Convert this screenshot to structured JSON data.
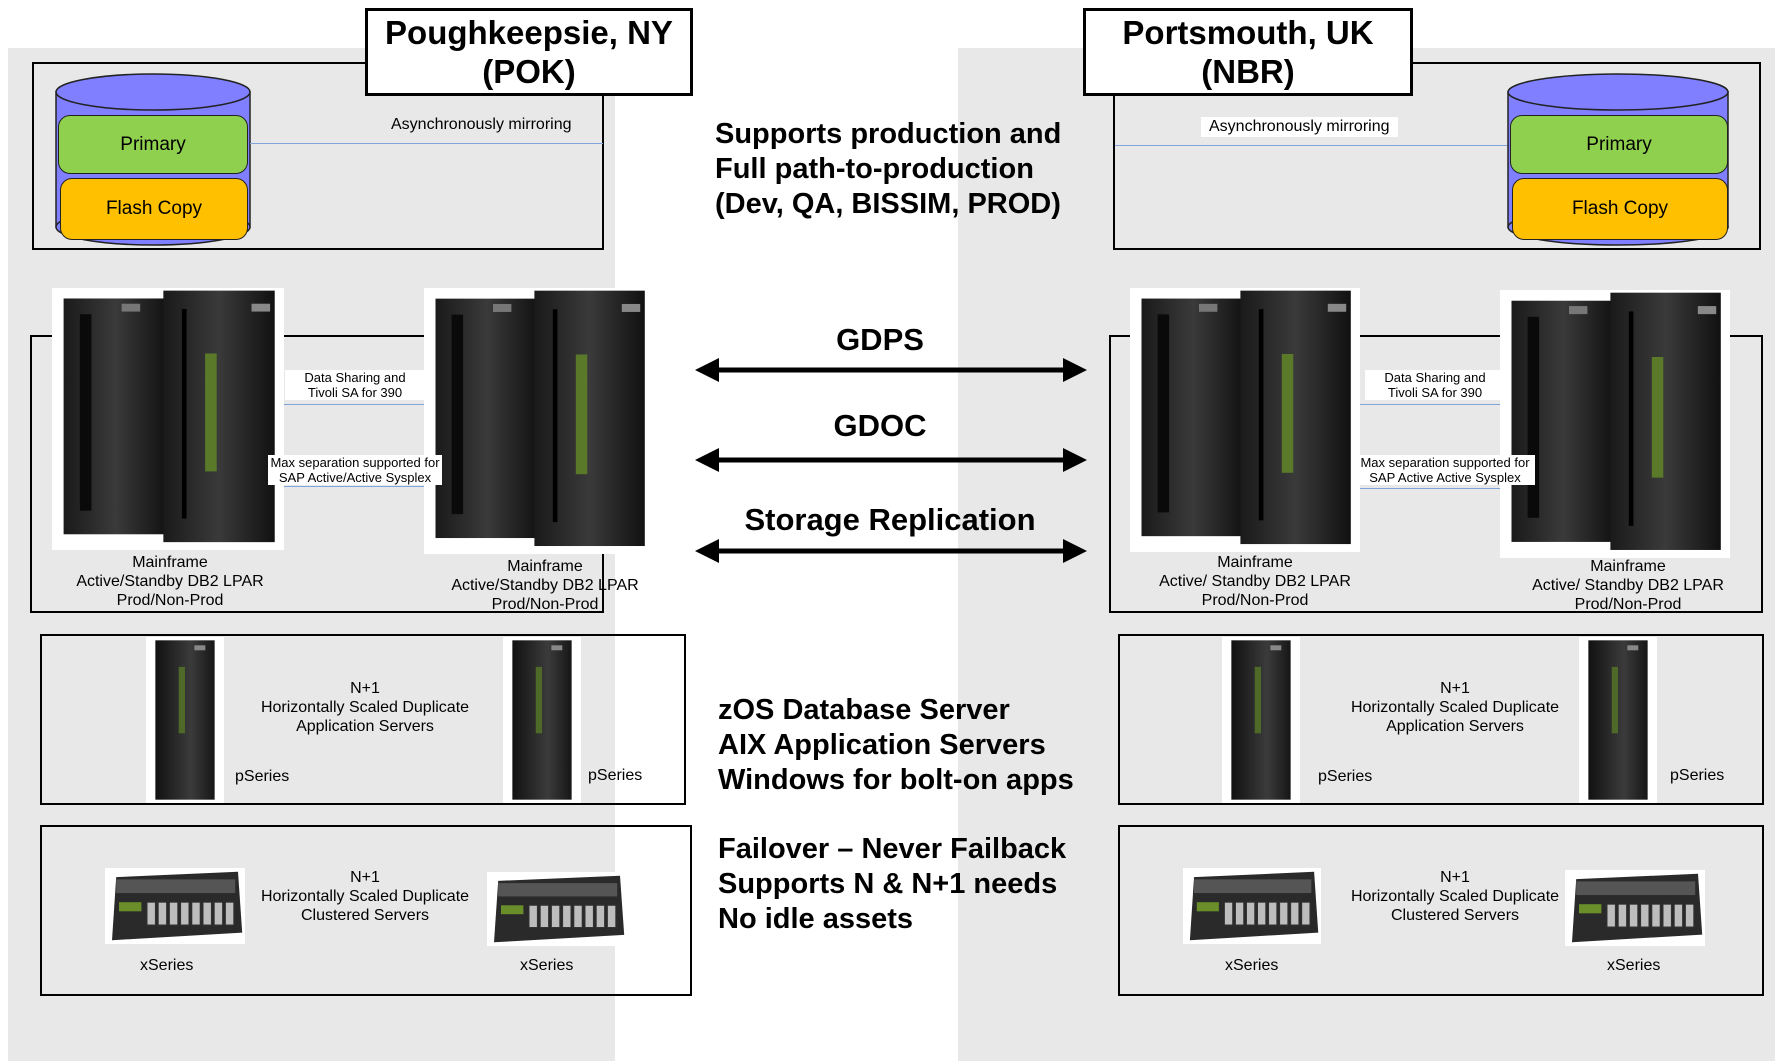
{
  "sites": [
    {
      "title_line1": "Poughkeepsie, NY",
      "title_line2": "(POK)",
      "mirroring": "Asynchronously mirroring",
      "db_primary": "Primary",
      "db_flashcopy": "Flash Copy",
      "link1_line1": "Data Sharing and",
      "link1_line2": "Tivoli SA for 390",
      "link2_line1": "Max separation supported for",
      "link2_line2": "SAP Active/Active Sysplex",
      "mf1_l1": "Mainframe",
      "mf1_l2": "Active/Standby DB2 LPAR",
      "mf1_l3": "Prod/Non-Prod",
      "mf2_l1": "Mainframe",
      "mf2_l2": "Active/Standby DB2 LPAR",
      "mf2_l3": "Prod/Non-Prod",
      "app_l1": "N+1",
      "app_l2": "Horizontally Scaled Duplicate",
      "app_l3": "Application Servers",
      "pseries1": "pSeries",
      "pseries2": "pSeries",
      "cl_l1": "N+1",
      "cl_l2": "Horizontally Scaled Duplicate",
      "cl_l3": "Clustered Servers",
      "xseries1": "xSeries",
      "xseries2": "xSeries"
    },
    {
      "title_line1": "Portsmouth, UK",
      "title_line2": "(NBR)",
      "mirroring": "Asynchronously mirroring",
      "db_primary": "Primary",
      "db_flashcopy": "Flash Copy",
      "link1_line1": "Data Sharing and",
      "link1_line2": "Tivoli SA for 390",
      "link2_line1": "Max separation supported for",
      "link2_line2": "SAP Active  Active Sysplex",
      "mf1_l1": "Mainframe",
      "mf1_l2": "Active/ Standby DB2 LPAR",
      "mf1_l3": "Prod/Non-Prod",
      "mf2_l1": "Mainframe",
      "mf2_l2": "Active/ Standby DB2 LPAR",
      "mf2_l3": "Prod/Non-Prod",
      "app_l1": "N+1",
      "app_l2": "Horizontally Scaled Duplicate",
      "app_l3": "Application Servers",
      "pseries1": "pSeries",
      "pseries2": "pSeries",
      "cl_l1": "N+1",
      "cl_l2": "Horizontally Scaled Duplicate",
      "cl_l3": "Clustered Servers",
      "xseries1": "xSeries",
      "xseries2": "xSeries"
    }
  ],
  "center": {
    "support_l1": "Supports production and",
    "support_l2": "Full path-to-production",
    "support_l3": "(Dev, QA, BISSIM, PROD)",
    "links": [
      "GDPS",
      "GDOC",
      "Storage Replication"
    ],
    "platform_l1": "zOS Database Server",
    "platform_l2": "AIX Application Servers",
    "platform_l3": "Windows for bolt-on apps",
    "policy_l1": "Failover – Never Failback",
    "policy_l2": "Supports N & N+1 needs",
    "policy_l3": "No  idle assets"
  },
  "colors": {
    "panel": "#e8e8e8",
    "primary": "#8fd14f",
    "flashcopy": "#ffc000",
    "cylinder": "#7f7fff",
    "link_line": "#7fa6d9"
  }
}
